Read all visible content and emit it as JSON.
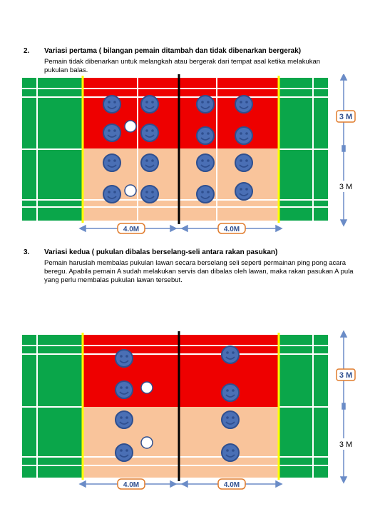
{
  "sections": [
    {
      "number": "2.",
      "title": "Variasi pertama ( bilangan pemain ditambah dan tidak dibenarkan bergerak)",
      "body": "Pemain tidak dibenarkan untuk melangkah atau bergerak dari tempat asal ketika melakukan pukulan balas."
    },
    {
      "number": "3.",
      "title": "Variasi kedua ( pukulan dibalas berselang-seli antara rakan pasukan)",
      "body": "Pemain haruslah membalas pukulan lawan secara berselang seli seperti permainan ping pong acara beregu. Apabila pemain A sudah melakukan servis dan dibalas oleh lawan, maka rakan pasukan A pula yang perlu membalas pukulan lawan tersebut."
    }
  ],
  "diagram": {
    "height_label_top": "3 M",
    "height_label_bottom": "3 M",
    "width_label_left": "4.0M",
    "width_label_right": "4.0M",
    "colors": {
      "green": "#0aa64a",
      "red": "#ee0000",
      "peach": "#f9c49b",
      "yellow": "#ffff00",
      "net": "#000000",
      "player": "#4a6fb5",
      "player_dark": "#2f4f8f",
      "label_border": "#e07b2c",
      "arrow": "#6b8cc7"
    }
  },
  "icons": [
    "smiley-player-icon",
    "shuttlecock-icon"
  ]
}
